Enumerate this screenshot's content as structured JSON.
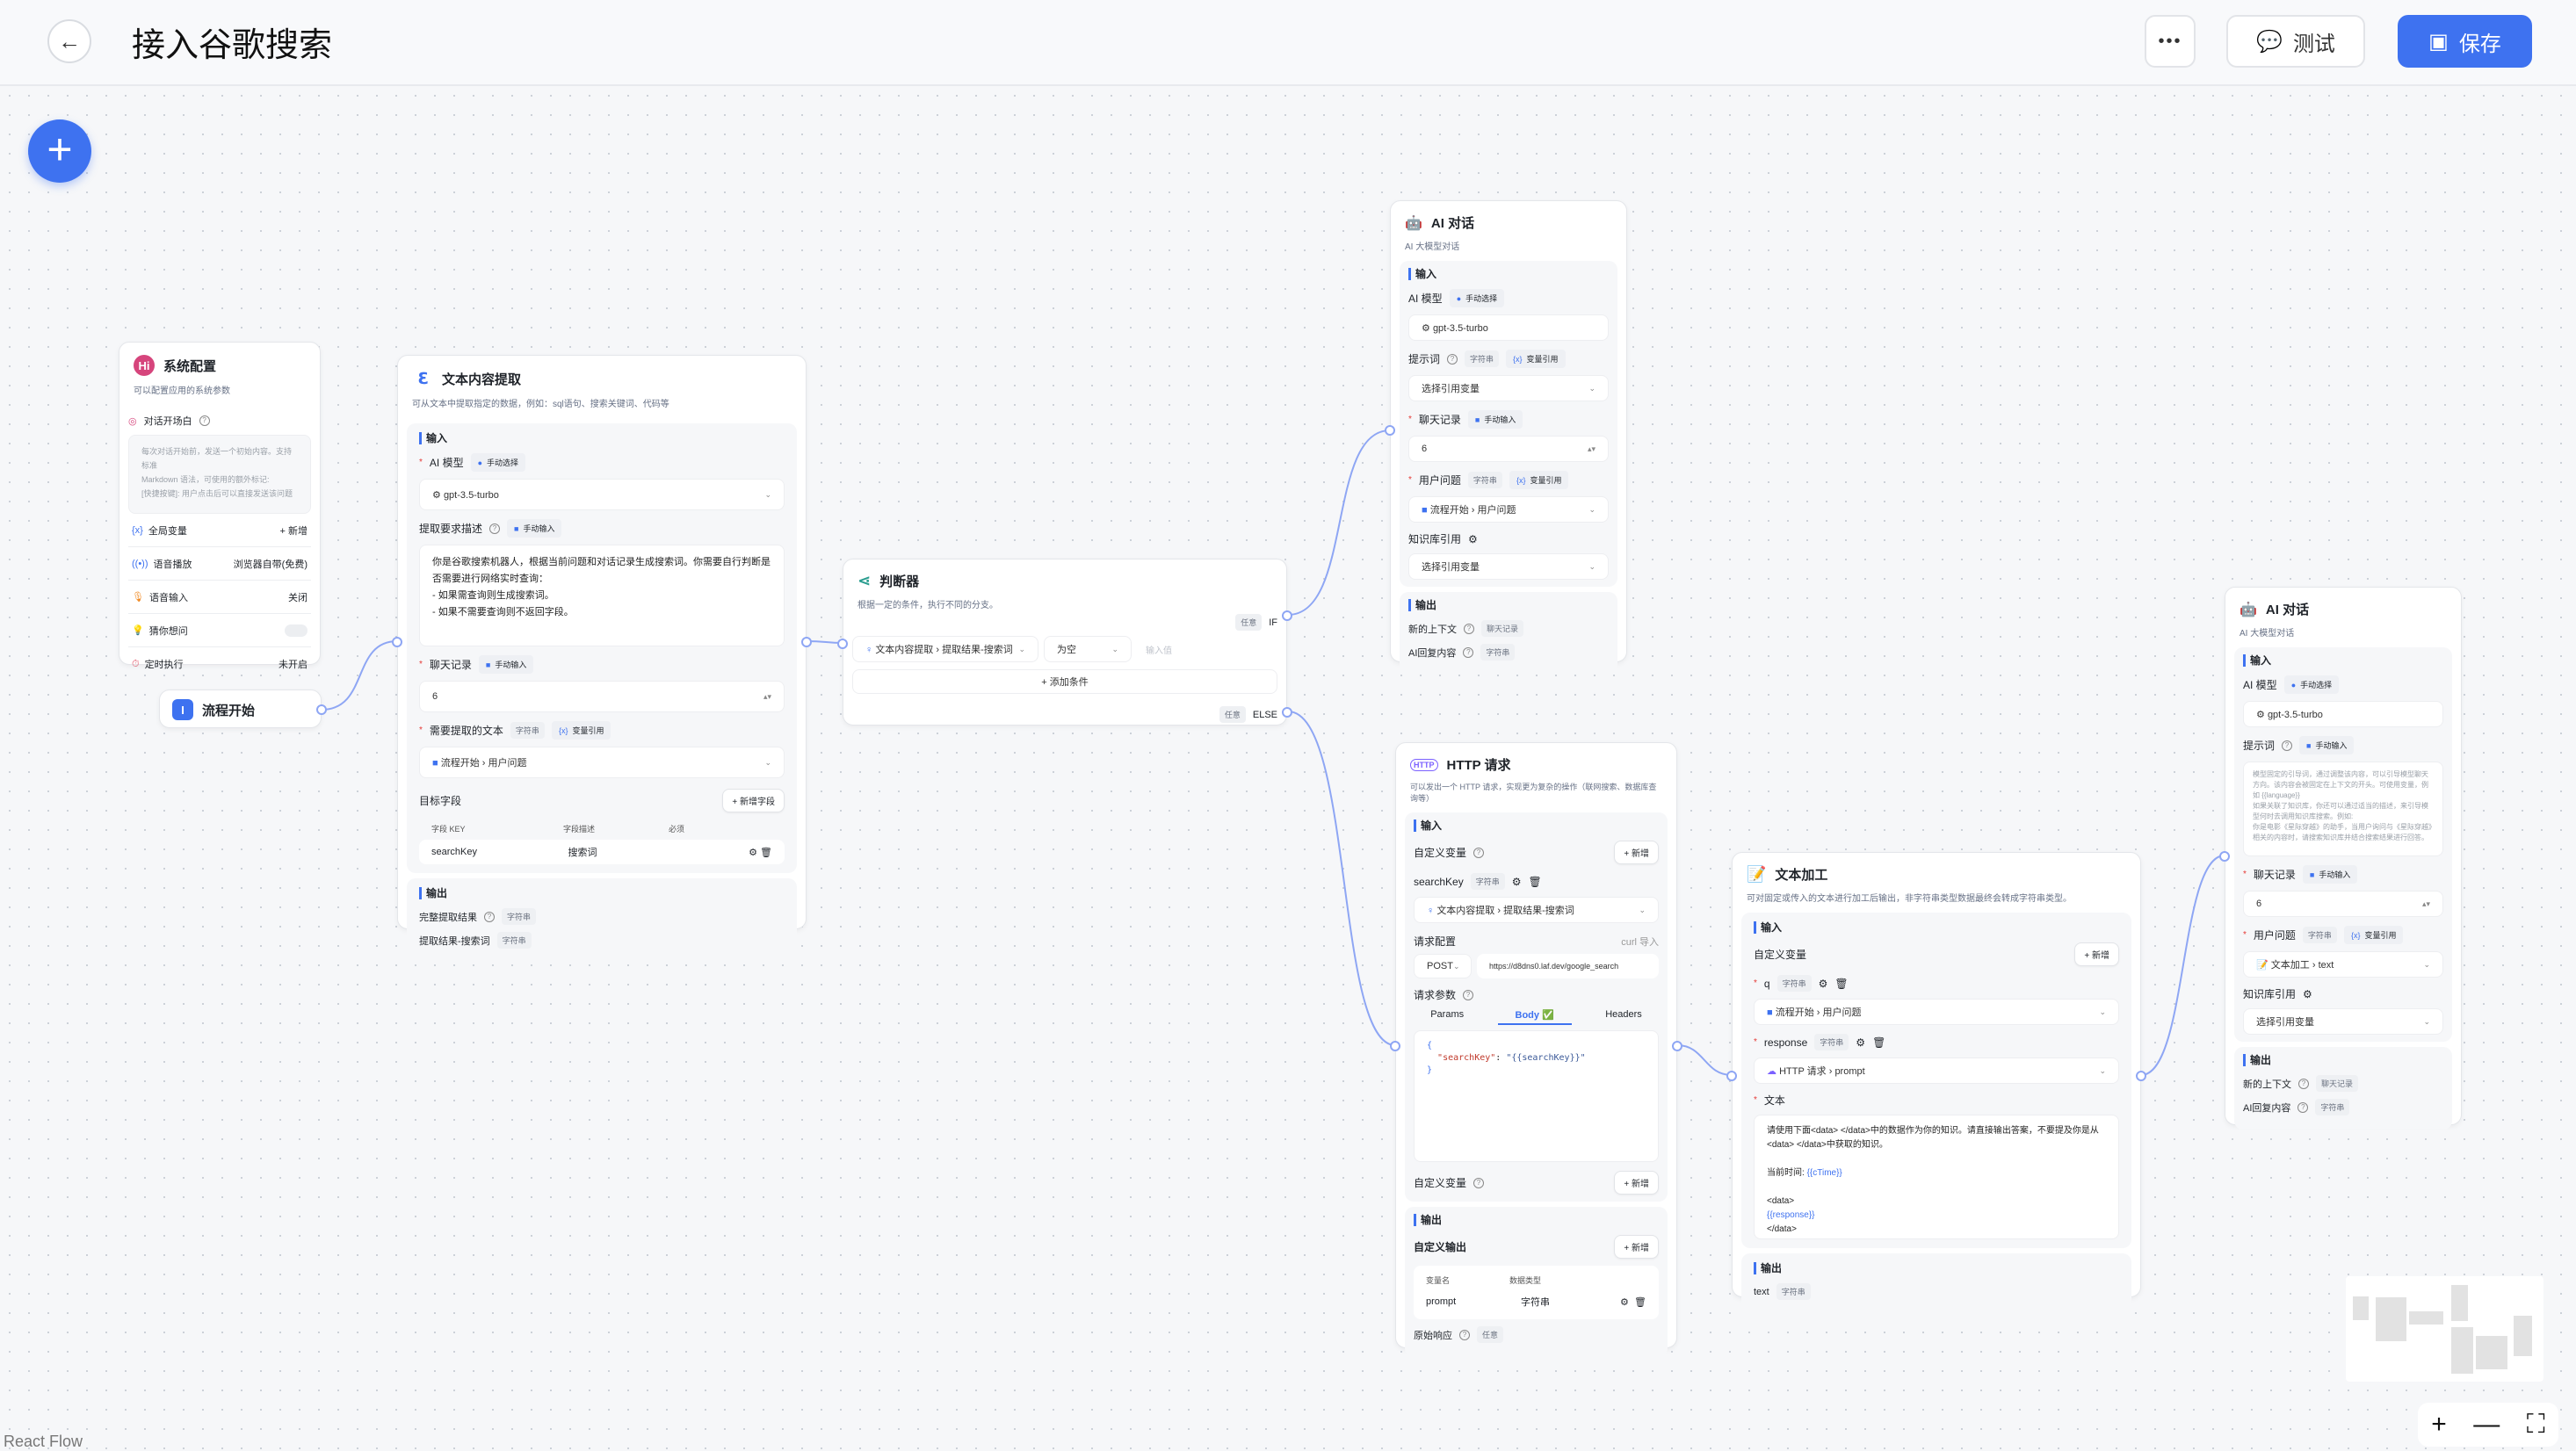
{
  "header": {
    "title": "接入谷歌搜索",
    "more": "•••",
    "test": "测试",
    "save": "保存"
  },
  "common": {
    "input": "输入",
    "output": "输出",
    "string": "字符串",
    "any": "任意",
    "manual_select": "手动选择",
    "manual_input": "手动输入",
    "var_ref": "变量引用",
    "add": "+ 新增",
    "select_var": "选择引用变量",
    "sep": "›",
    "model": "gpt-3.5-turbo",
    "ai_model": "AI 模型",
    "history": "聊天记录",
    "history_value": "6",
    "user_question": "用户问题",
    "flow_start": "流程开始"
  },
  "system_config": {
    "title": "系统配置",
    "desc": "可以配置应用的系统参数",
    "welcome_label": "对话开场白",
    "welcome_placeholder": "每次对话开始前，发送一个初始内容。支持标准\nMarkdown 语法，可使用的额外标记:\n[快捷按键]: 用户点击后可以直接发送该问题",
    "rows": [
      {
        "label": "全局变量",
        "value": "+ 新增"
      },
      {
        "label": "语音播放",
        "value": "浏览器自带(免费)"
      },
      {
        "label": "语音输入",
        "value": "关闭"
      },
      {
        "label": "猜你想问",
        "value": ""
      },
      {
        "label": "定时执行",
        "value": "未开启"
      }
    ],
    "guess_enabled": false
  },
  "start": {
    "title": "流程开始"
  },
  "extract": {
    "title": "文本内容提取",
    "desc": "可从文本中提取指定的数据，例如：sql语句、搜索关键词、代码等",
    "desc_label": "提取要求描述",
    "prompt": "你是谷歌搜索机器人，根据当前问题和对话记录生成搜索词。你需要自行判断是否需要进行网络实时查询：\n- 如果需查询则生成搜索词。\n- 如果不需要查询则不返回字段。",
    "text_label": "需要提取的文本",
    "target_label": "目标字段",
    "add_field": "+ 新增字段",
    "columns": [
      "字段 KEY",
      "字段描述",
      "必须"
    ],
    "rows": [
      {
        "key": "searchKey",
        "desc": "搜索词"
      }
    ],
    "outputs": [
      {
        "label": "完整提取结果",
        "type": "字符串"
      },
      {
        "label": "提取结果-搜索词",
        "type": "字符串"
      }
    ]
  },
  "judge": {
    "title": "判断器",
    "desc": "根据一定的条件，执行不同的分支。",
    "if": "IF",
    "else": "ELSE",
    "cond_node": "文本内容提取",
    "cond_field": "提取结果-搜索词",
    "operator": "为空",
    "value_placeholder": "输入值",
    "add_cond": "+ 添加条件"
  },
  "ai1": {
    "title": "AI 对话",
    "desc": "AI 大模型对话",
    "prompt_label": "提示词",
    "kb_label": "知识库引用",
    "outputs": [
      {
        "label": "新的上下文",
        "type": "聊天记录"
      },
      {
        "label": "AI回复内容",
        "type": "字符串"
      }
    ]
  },
  "http": {
    "title": "HTTP 请求",
    "desc": "可以发出一个 HTTP 请求，实现更为复杂的操作（联网搜索、数据库查询等）",
    "custom_var": "自定义变量",
    "var_name": "searchKey",
    "var_node": "文本内容提取",
    "var_field": "提取结果-搜索词",
    "req_config": "请求配置",
    "curl": "curl 导入",
    "method": "POST",
    "url": "https://d8dns0.laf.dev/google_search",
    "params_label": "请求参数",
    "tabs": [
      "Params",
      "Body ✅",
      "Headers"
    ],
    "active_tab": "Body",
    "body_open": "{",
    "body_key": "\"searchKey\"",
    "body_val": "\"{{searchKey}}\"",
    "body_close": "}",
    "custom_out": "自定义输出",
    "cols": [
      "变量名",
      "数据类型"
    ],
    "out_rows": [
      {
        "name": "prompt",
        "type": "字符串"
      }
    ],
    "raw": "原始响应"
  },
  "textproc": {
    "title": "文本加工",
    "desc": "可对固定或传入的文本进行加工后输出，非字符串类型数据最终会转成字符串类型。",
    "custom_var": "自定义变量",
    "vars": [
      {
        "name": "q",
        "node": "流程开始",
        "field": "用户问题"
      },
      {
        "name": "response",
        "node": "HTTP 请求",
        "field": "prompt"
      }
    ],
    "text_label": "文本",
    "text_l1": "请使用下面<data> </data>中的数据作为你的知识。请直接输出答案，不要提及你是从<data> </data>中获取的知识。",
    "text_l2": "当前时间: ",
    "text_var1": "{{cTime}}",
    "text_l3": "<data>",
    "text_var2": "{{response}}",
    "text_l4": "</data>",
    "output": "text"
  },
  "ai2": {
    "title": "AI 对话",
    "desc": "AI 大模型对话",
    "prompt_label": "提示词",
    "prompt_placeholder": "模型固定的引导词，通过调整该内容，可以引导模型聊天方向。该内容会被固定在上下文的开头。可使用变量，例如 {{language}}\n如果关联了知识库，你还可以通过适当的描述，来引导模型何时去调用知识库搜索。例如:\n你是电影《星际穿越》的助手，当用户询问与《星际穿越》相关的内容时，请搜索知识库并结合搜索结果进行回答。",
    "question_node": "文本加工",
    "question_field": "text",
    "kb_label": "知识库引用",
    "outputs": [
      {
        "label": "新的上下文",
        "type": "聊天记录"
      },
      {
        "label": "AI回复内容",
        "type": "字符串"
      }
    ]
  },
  "controls": {
    "zoom_in": "+",
    "zoom_out": "—",
    "fit": "⛶"
  },
  "footer": {
    "attribution": "React Flow"
  },
  "colors": {
    "accent": "#3e72f0",
    "edge": "#8ea6f4"
  }
}
